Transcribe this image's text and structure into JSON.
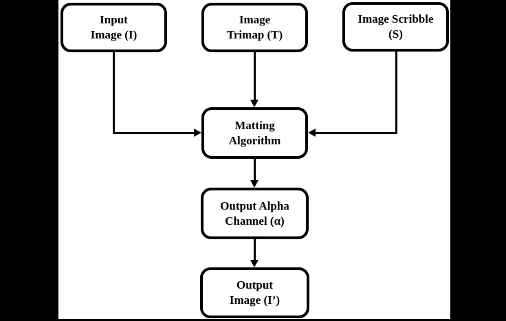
{
  "diagram": {
    "title": "image matting pipeline flowchart",
    "colors": {
      "background": "#000000",
      "canvas": "#ffffff",
      "stroke": "#000000",
      "text": "#000000"
    },
    "nodes": {
      "input_image": {
        "line1": "Input",
        "line2": "Image (I)"
      },
      "image_trimap": {
        "line1": "Image",
        "line2": "Trimap (T)"
      },
      "image_scribble": {
        "line1": "Image Scribble",
        "line2": "(S)"
      },
      "matting_algorithm": {
        "line1": "Matting",
        "line2": "Algorithm"
      },
      "output_alpha": {
        "line1": "Output Alpha",
        "line2": "Channel (α)"
      },
      "output_image": {
        "line1": "Output",
        "line2": "Image (I’)"
      }
    },
    "edges": [
      {
        "from": "input_image",
        "to": "matting_algorithm",
        "enters": "left"
      },
      {
        "from": "image_trimap",
        "to": "matting_algorithm",
        "enters": "top"
      },
      {
        "from": "image_scribble",
        "to": "matting_algorithm",
        "enters": "right"
      },
      {
        "from": "matting_algorithm",
        "to": "output_alpha",
        "enters": "top"
      },
      {
        "from": "output_alpha",
        "to": "output_image",
        "enters": "top"
      }
    ]
  }
}
